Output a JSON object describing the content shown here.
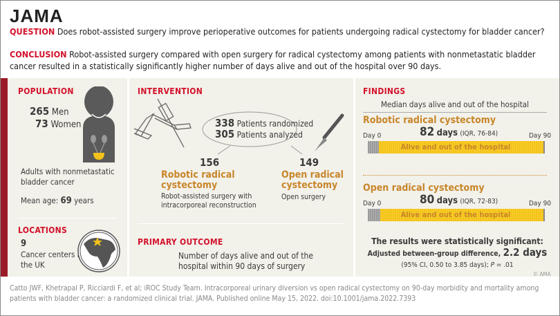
{
  "header": {
    "logo": "JAMA",
    "question_label": "QUESTION",
    "question": "Does robot-assisted surgery improve perioperative outcomes for patients undergoing radical cystectomy for bladder cancer?",
    "conclusion_label": "CONCLUSION",
    "conclusion": "Robot-assisted surgery compared with open surgery for radical cystectomy among patients with nonmetastatic bladder cancer resulted in a statistically significantly higher number of days alive and out of the hospital over 90 days."
  },
  "population": {
    "heading": "POPULATION",
    "men_n": "265",
    "men": "Men",
    "women_n": "73",
    "women": "Women",
    "description": "Adults with nonmetastatic bladder cancer",
    "age_label": "Mean age:",
    "age": "69",
    "age_unit": "years"
  },
  "locations": {
    "heading": "LOCATIONS",
    "count": "9",
    "description": "Cancer centers in the UK"
  },
  "intervention": {
    "heading": "INTERVENTION",
    "randomized_n": "338",
    "randomized": "Patients randomized",
    "analyzed_n": "305",
    "analyzed": "Patients analyzed",
    "arms": [
      {
        "n": "156",
        "name": "Robotic radical cystectomy",
        "desc": "Robot-assisted surgery with intracorporeal reconstruction"
      },
      {
        "n": "149",
        "name": "Open radical cystectomy",
        "desc": "Open surgery"
      }
    ]
  },
  "primary_outcome": {
    "heading": "PRIMARY OUTCOME",
    "text": "Number of days alive and out of the hospital within 90 days of surgery"
  },
  "findings": {
    "heading": "FINDINGS",
    "subtitle": "Median days alive and out of the hospital",
    "groups": [
      {
        "name": "Robotic radical cystectomy",
        "days": "82",
        "unit": "days",
        "iqr": "(IQR, 76-84)",
        "value": 82,
        "start": "Day 0",
        "end": "Day 90",
        "bar_label": "Alive and out of the hospital"
      },
      {
        "name": "Open radical cystectomy",
        "days": "80",
        "unit": "days",
        "iqr": "(IQR, 72-83)",
        "value": 80,
        "start": "Day 0",
        "end": "Day 90",
        "bar_label": "Alive and out of the hospital"
      }
    ],
    "significance": "The results were statistically significant:",
    "diff_label": "Adjusted between-group difference,",
    "diff": "2.2 days",
    "ci": "(95% CI, 0.50 to 3.85 days); ",
    "p_label": "P",
    "p": " = .01",
    "copyright": "© AMA"
  },
  "citation": "Catto JWF, Khetrapal P, Ricciardi F, et al; iROC Study Team. Intracorporeal urinary diversion vs open radical cystectomy on 90-day morbidity and mortality among patients with bladder cancer: a randomized clinical trial. JAMA. Published online May 15, 2022. doi:10.1001/jama.2022.7393",
  "colors": {
    "accent_red": "#d3122b",
    "dark_red": "#9b1c28",
    "gold": "#c8862a",
    "bar_yellow": "#f4c21a",
    "panel_bg": "#f2f1ea"
  }
}
